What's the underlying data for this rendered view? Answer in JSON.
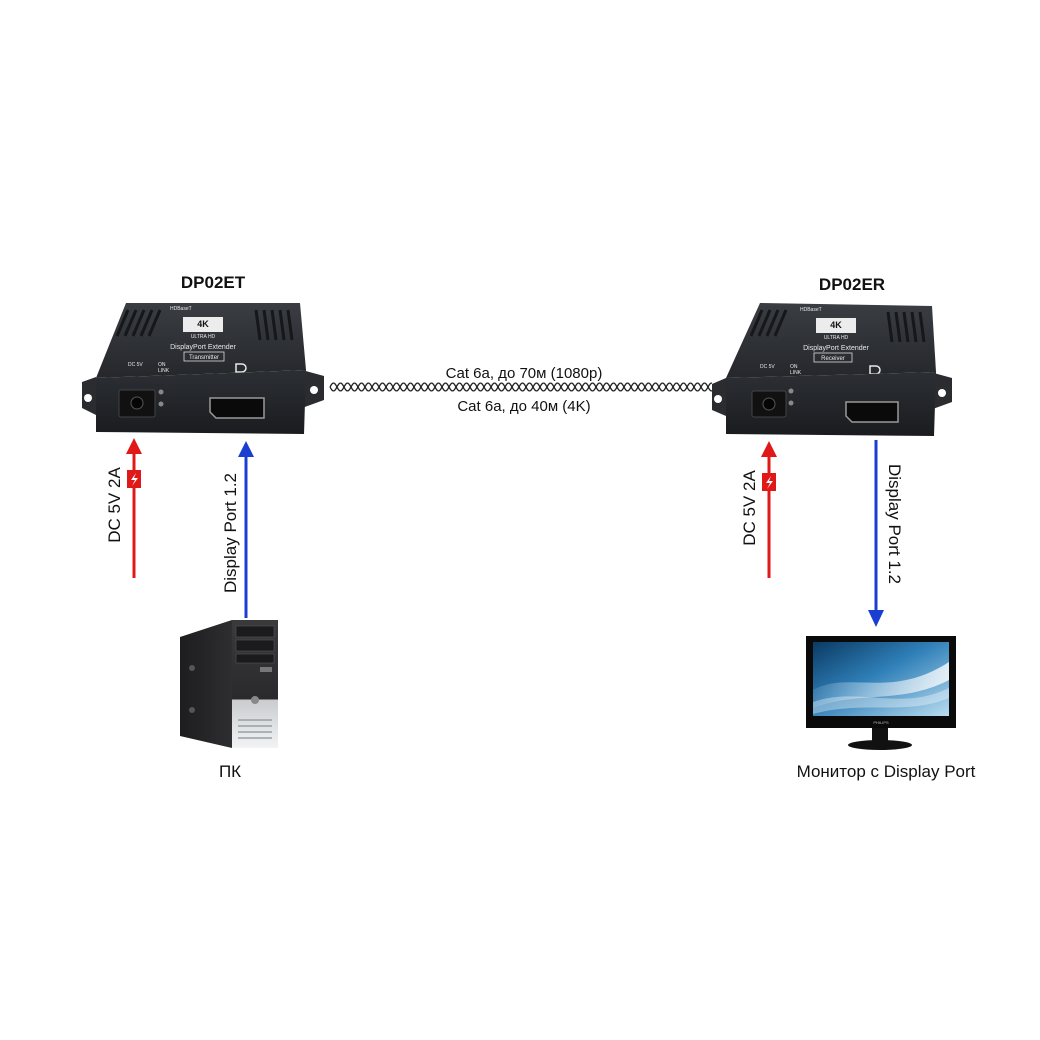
{
  "transmitter": {
    "model": "DP02ET",
    "badge": "4K",
    "badge_sub": "ULTRA HD",
    "product": "DisplayPort Extender",
    "role": "Transmitter",
    "brand": "HDBaseT",
    "led_power": "DC 5V",
    "led_on": "ON",
    "led_link": "LINK"
  },
  "receiver": {
    "model": "DP02ER",
    "badge": "4K",
    "badge_sub": "ULTRA HD",
    "product": "DisplayPort Extender",
    "role": "Receiver",
    "brand": "HDBaseT",
    "led_power": "DC 5V",
    "led_on": "ON",
    "led_link": "LINK"
  },
  "cable": {
    "line1": "Cat 6a, до 70м (1080p)",
    "line2": "Cat 6a, до 40м (4K)"
  },
  "power_left": {
    "label": "DC 5V 2A",
    "color": "#e01818"
  },
  "power_right": {
    "label": "DC 5V 2A",
    "color": "#e01818"
  },
  "video_in": {
    "label": "Display Port 1.2",
    "color": "#1a3fd0"
  },
  "video_out": {
    "label": "Display Port 1.2",
    "color": "#1a3fd0"
  },
  "pc": {
    "caption": "ПК"
  },
  "monitor": {
    "caption": "Монитор с Display Port",
    "brand": "PHILIPS"
  }
}
